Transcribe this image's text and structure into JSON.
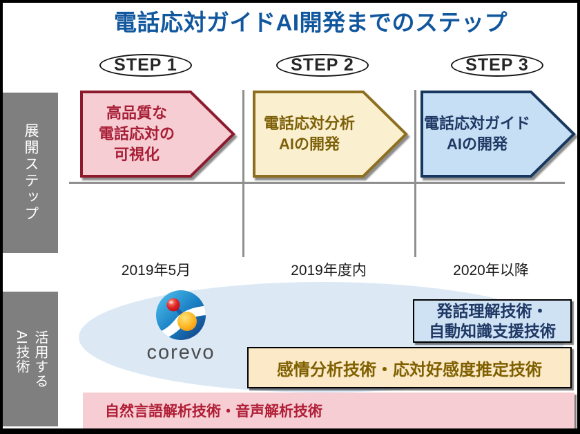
{
  "title": "電話応対ガイドAI開発までのステップ",
  "sidebar": {
    "deployment_label": "展開ステップ",
    "ai_label_line1": "活用する",
    "ai_label_line2": "AI技術"
  },
  "steps": [
    {
      "badge": "STEP 1",
      "arrow_lines": [
        "高品質な",
        "電話応対の",
        "可視化"
      ],
      "date": "2019年5月",
      "colors": {
        "fill": "#F6CDD3",
        "border": "#8C1A2C",
        "text": "#A81E37"
      }
    },
    {
      "badge": "STEP 2",
      "arrow_lines": [
        "電話応対分析",
        "AIの開発"
      ],
      "date": "2019年度内",
      "colors": {
        "fill": "#FAF0D0",
        "border": "#8E6F1F",
        "text": "#7D6008"
      }
    },
    {
      "badge": "STEP 3",
      "arrow_lines": [
        "電話応対ガイド",
        "AIの開発"
      ],
      "date": "2020年以降",
      "colors": {
        "fill": "#C6DFF4",
        "border": "#17375E",
        "text": "#1F3864"
      }
    }
  ],
  "ai_section": {
    "logo_text": "corevo",
    "boxes": [
      {
        "lines": [
          "発話理解技術・",
          "自動知識支援技術"
        ],
        "colors": {
          "fill": "#CFE2F4",
          "border": "#000000",
          "text": "#1F3864"
        }
      },
      {
        "lines": [
          "感情分析技術・応対好感度推定技術"
        ],
        "colors": {
          "fill": "#FBE9C8",
          "border": "#000000",
          "text": "#7F6000"
        }
      },
      {
        "lines": [
          "自然言語解析技術・音声解析技術"
        ],
        "colors": {
          "fill": "#F5CDD3",
          "text": "#B01E36"
        }
      }
    ]
  },
  "colors": {
    "title_text": "#11579E",
    "line": "#8F8F8F",
    "sidebar_bg": "#7F7F7F",
    "sidebar_text": "#FFFFFF",
    "badge_border": "#141414",
    "badge_text": "#262626",
    "date_text": "#1A1A1A",
    "ellipse_bg": "#DCE9F5",
    "logo_text": "#4B4B4B",
    "frame": "#000000",
    "canvas_bg": "#FFFFFF"
  }
}
